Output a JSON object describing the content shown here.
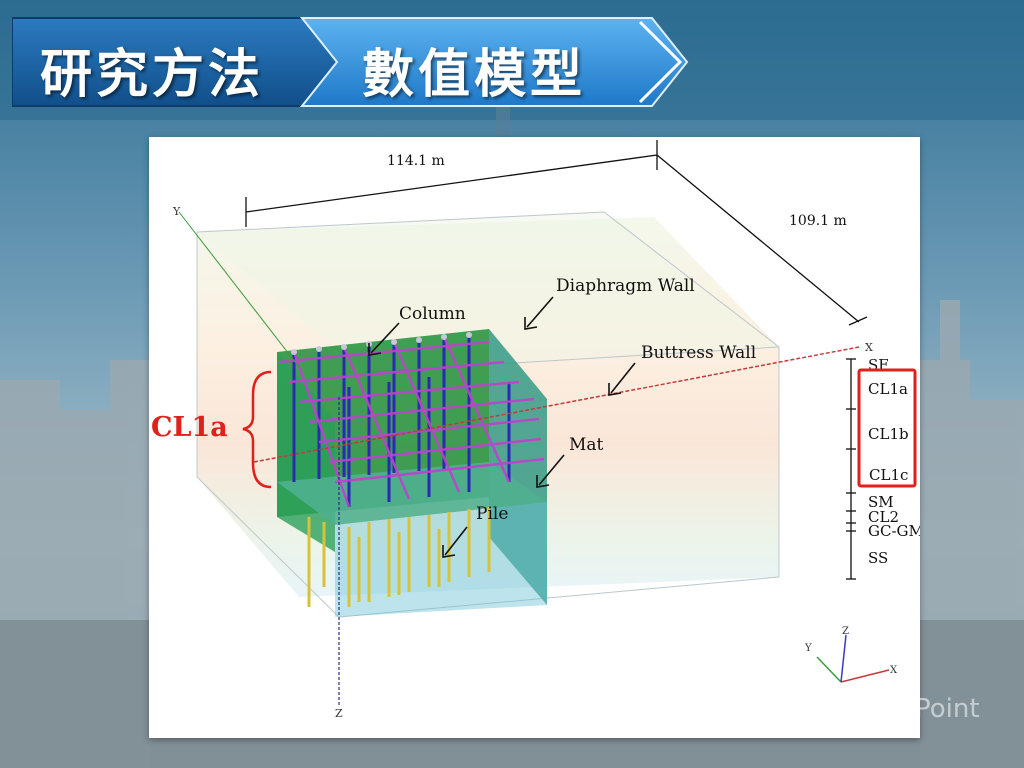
{
  "slide": {
    "title_section": "研究方法",
    "title_topic": "數值模型",
    "watermark": "Point"
  },
  "diagram": {
    "dimensions": {
      "length": "114.1 m",
      "width": "109.1 m"
    },
    "callouts": {
      "diaphragm_wall": "Diaphragm Wall",
      "column": "Column",
      "buttress_wall": "Buttress Wall",
      "mat": "Mat",
      "pile": "Pile"
    },
    "highlight_layer": {
      "label": "CL1a",
      "color": "#e0211b"
    },
    "soil_layers": [
      "SF",
      "CL1a",
      "CL1b",
      "CL1c",
      "SM",
      "CL2",
      "GC-GM",
      "SS"
    ],
    "axes": {
      "y": "Y",
      "x": "X",
      "z": "Z"
    },
    "colors": {
      "model_wall": "#1f8f3a",
      "column": "#2a2ab5",
      "strut": "#c040d0",
      "pile": "#d8c23a",
      "highlight_box": "#e0211b"
    }
  }
}
